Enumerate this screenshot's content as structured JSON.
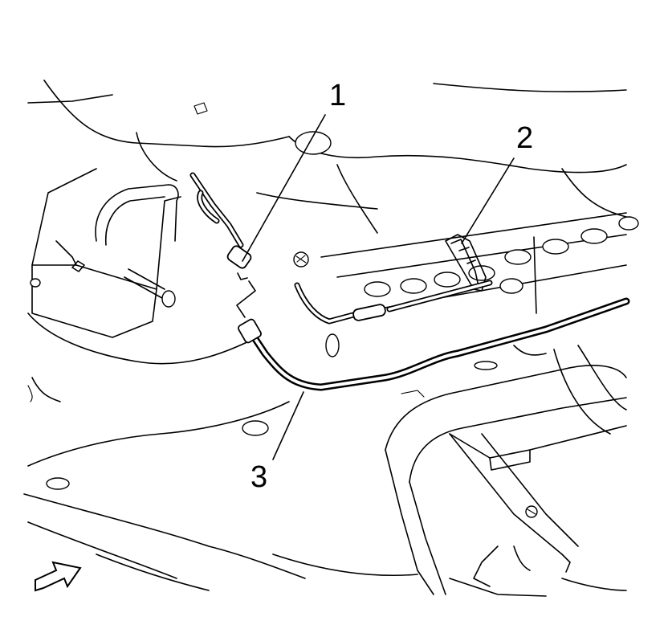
{
  "callouts": {
    "c1": "1",
    "c2": "2",
    "c3": "3"
  },
  "icons": {
    "view_direction": "arrow-icon"
  },
  "colors": {
    "line": "#000000",
    "background": "#ffffff"
  }
}
